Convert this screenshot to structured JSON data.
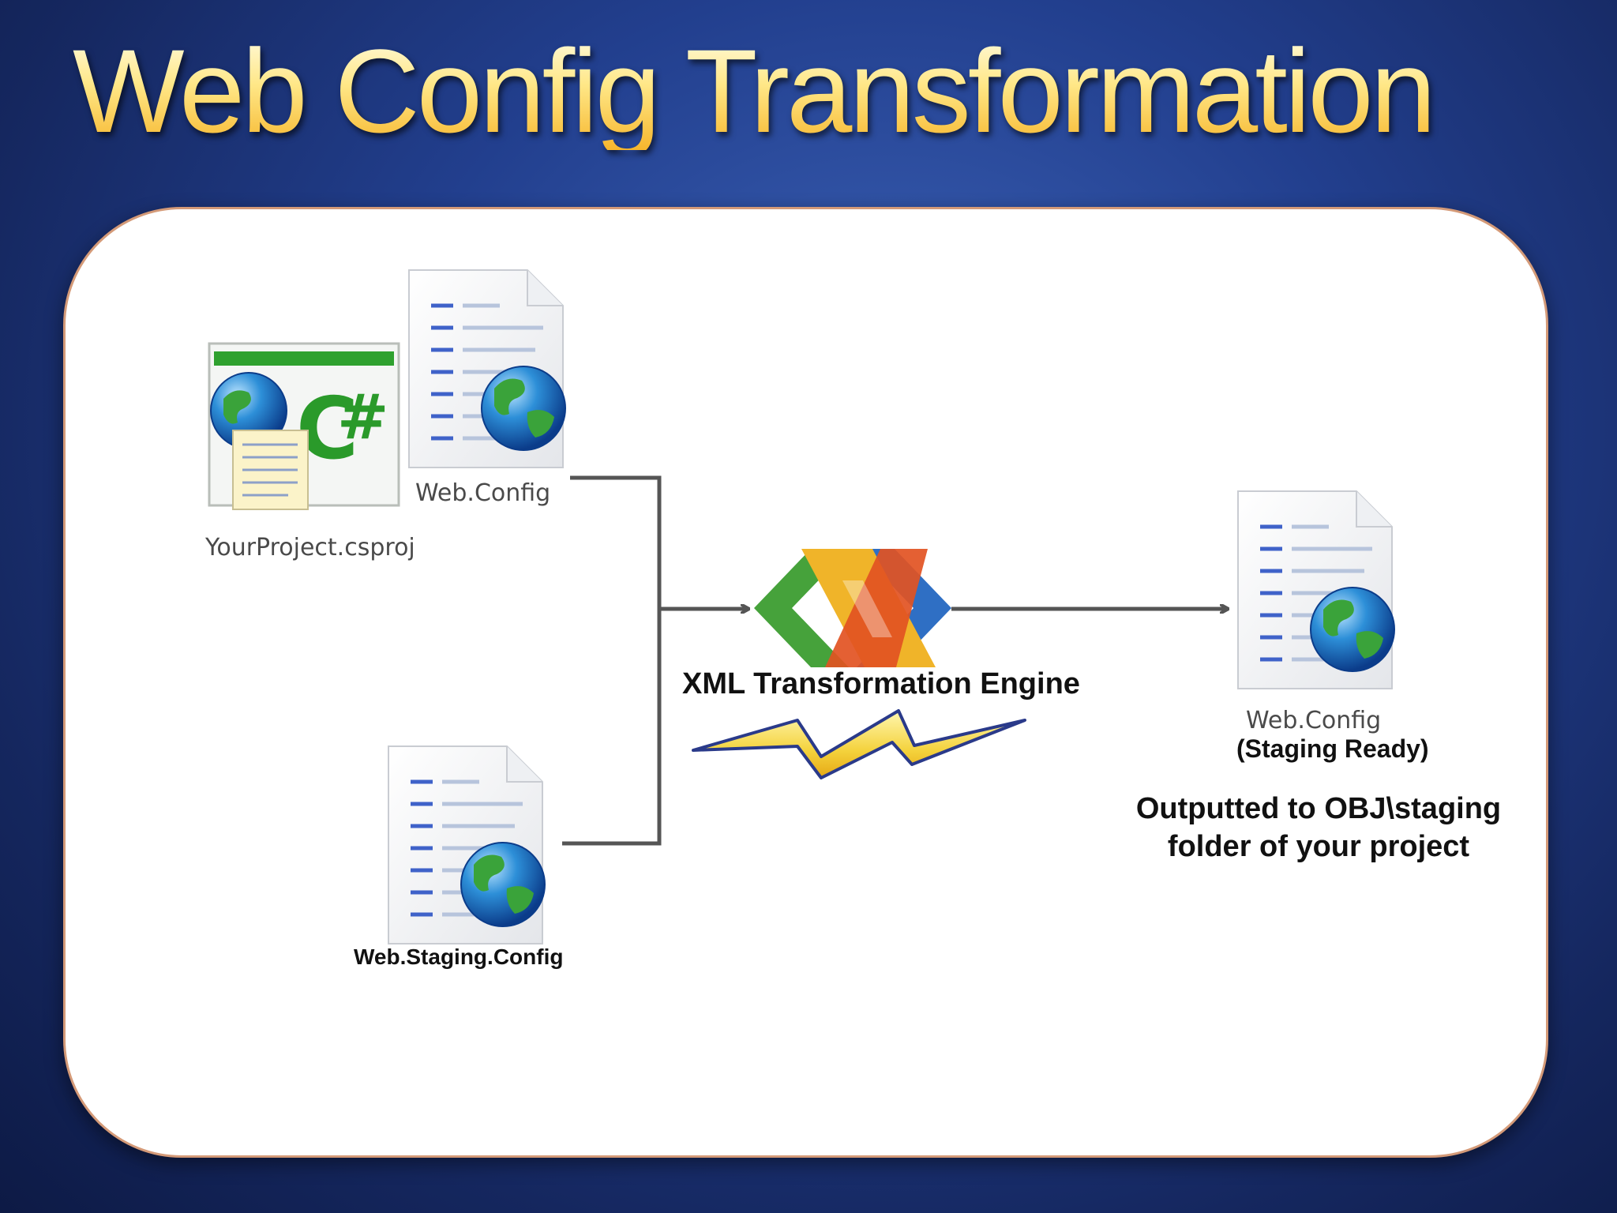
{
  "slide": {
    "title": "Web Config Transformation"
  },
  "diagram": {
    "nodes": {
      "project": {
        "label": "YourProject.csproj",
        "icon": "csharp-project-icon"
      },
      "web_config": {
        "label": "Web.Config",
        "icon": "web-config-file-icon"
      },
      "staging_config": {
        "label": "Web.Staging.Config",
        "icon": "web-config-file-icon"
      },
      "engine": {
        "label": "XML Transformation Engine",
        "icon": "visual-studio-logo-icon"
      },
      "output": {
        "label": "Web.Config",
        "sublabel": "(Staging Ready)",
        "icon": "web-config-file-icon"
      }
    },
    "note": {
      "line1": "Outputted to OBJ\\staging",
      "line2": "folder of your project"
    }
  },
  "colors": {
    "background": "#1f3a86",
    "title_gold": "#f6c340",
    "panel_border": "#d49a78",
    "connector": "#555555",
    "bolt": "#f4d23c"
  }
}
